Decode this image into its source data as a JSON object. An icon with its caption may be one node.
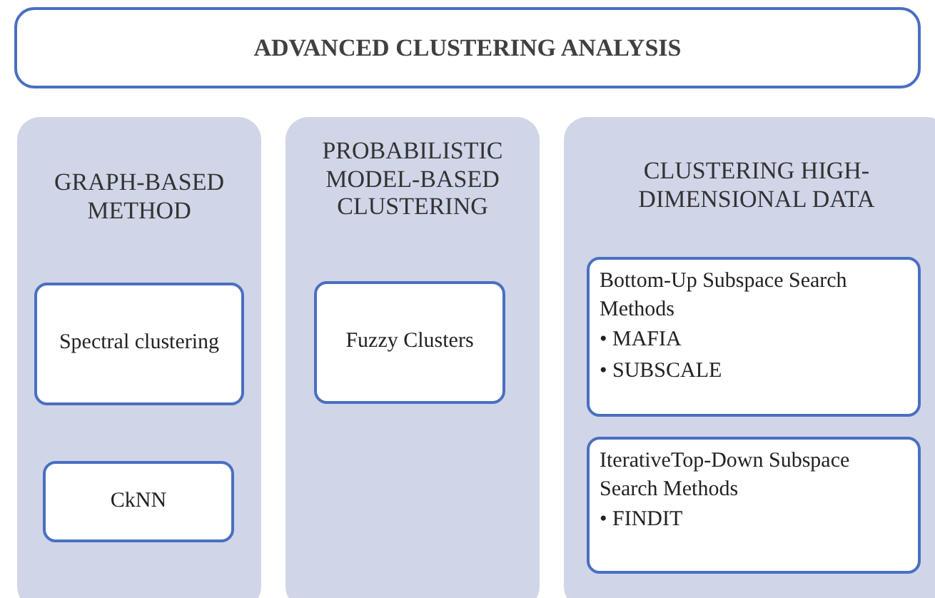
{
  "diagram": {
    "nodes": [
      {
        "text": [
          "ADVANCED CLUSTERING ANALYSIS"
        ]
      },
      {
        "text": [
          "GRAPH-BASED METHOD"
        ]
      },
      {
        "text": [
          "Spectral clustering"
        ],
        "in": 1
      },
      {
        "text": [
          "CkNN"
        ],
        "in": 1
      },
      {
        "text": [
          "PROBABILISTIC MODEL-BASED CLUSTERING"
        ]
      },
      {
        "text": [
          "Fuzzy Clusters"
        ],
        "in": 4
      },
      {
        "text": [
          "CLUSTERING HIGH-DIMENSIONAL DATA"
        ]
      },
      {
        "text": [
          "Bottom-Up Subspace Search Methods",
          "• MAFIA",
          "• SUBSCALE"
        ],
        "in": 6
      },
      {
        "text": [
          "IterativeTop-Down Subspace Search Methods",
          "• FINDIT"
        ],
        "in": 6
      }
    ]
  }
}
